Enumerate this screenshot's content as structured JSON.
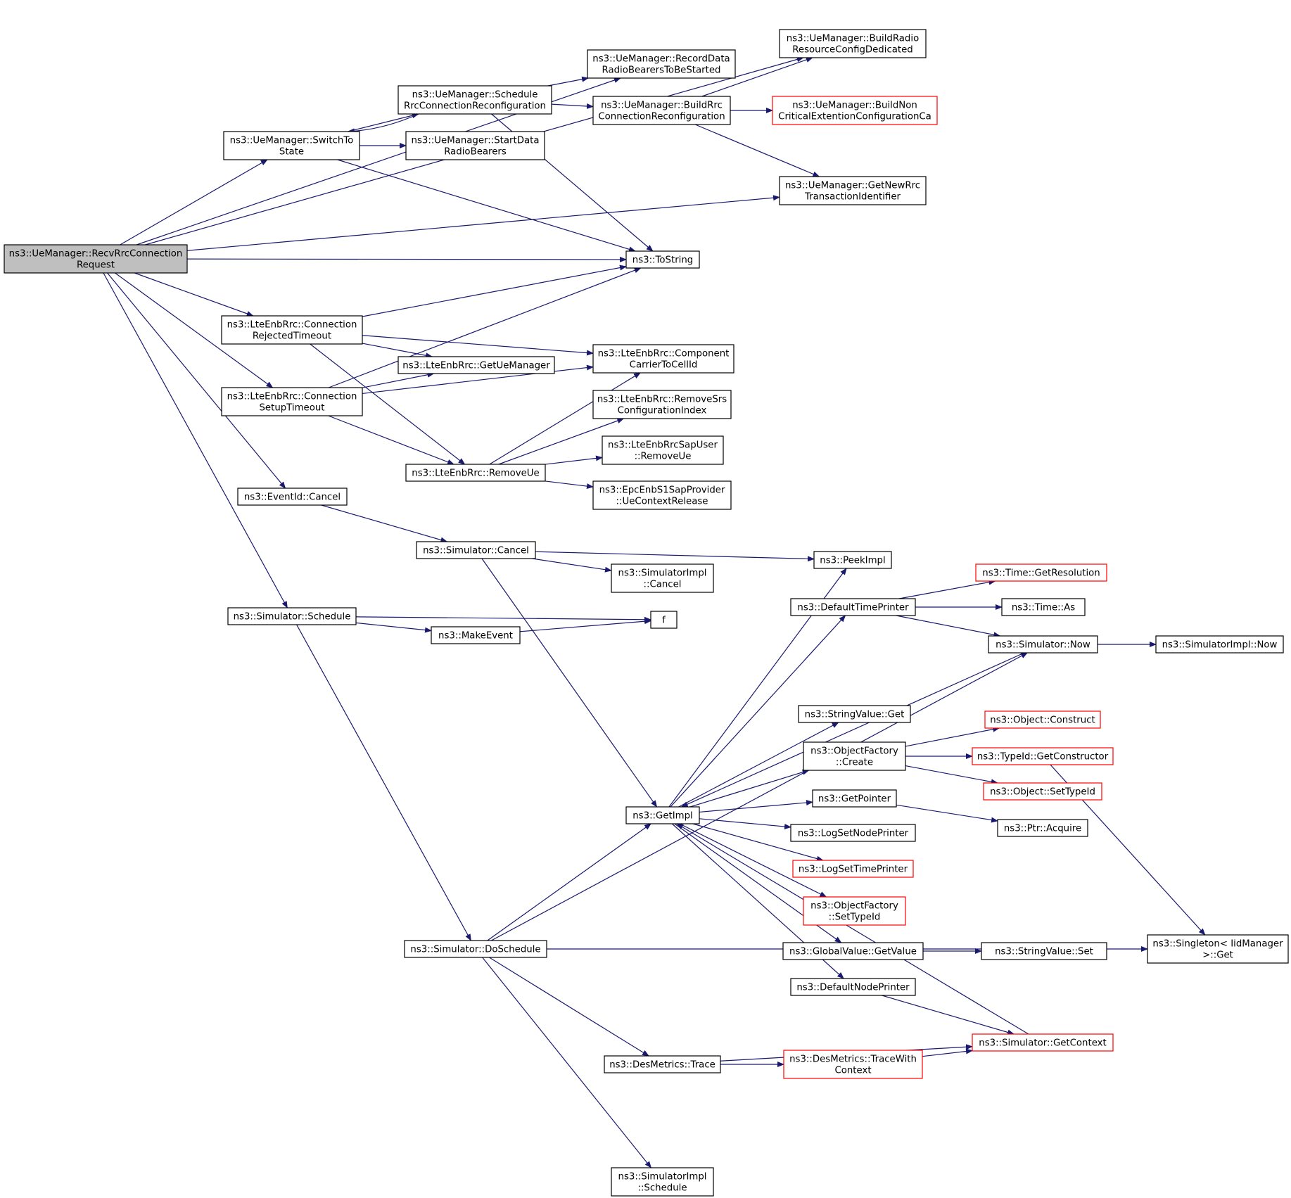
{
  "diagram": {
    "type": "call-graph",
    "colors": {
      "edge": "#191970",
      "node_border": "#000000",
      "external_border": "#ff0000",
      "root_fill": "#bfbfbf"
    },
    "nodes": [
      {
        "id": "root",
        "lines": [
          "ns3::UeManager::RecvRrcConnection",
          "Request"
        ],
        "style": "root"
      },
      {
        "id": "buildRadio",
        "lines": [
          "ns3::UeManager::BuildRadio",
          "ResourceConfigDedicated"
        ]
      },
      {
        "id": "recordData",
        "lines": [
          "ns3::UeManager::RecordData",
          "RadioBearersToBeStarted"
        ]
      },
      {
        "id": "scheduleRrc",
        "lines": [
          "ns3::UeManager::Schedule",
          "RrcConnectionReconfiguration"
        ]
      },
      {
        "id": "buildRrc",
        "lines": [
          "ns3::UeManager::BuildRrc",
          "ConnectionReconfiguration"
        ]
      },
      {
        "id": "buildNon",
        "lines": [
          "ns3::UeManager::BuildNon",
          "CriticalExtentionConfigurationCa"
        ],
        "style": "red"
      },
      {
        "id": "switchTo",
        "lines": [
          "ns3::UeManager::SwitchTo",
          "State"
        ]
      },
      {
        "id": "startData",
        "lines": [
          "ns3::UeManager::StartData",
          "RadioBearers"
        ]
      },
      {
        "id": "getNewRrc",
        "lines": [
          "ns3::UeManager::GetNewRrc",
          "TransactionIdentifier"
        ]
      },
      {
        "id": "toString",
        "lines": [
          "ns3::ToString"
        ]
      },
      {
        "id": "connRejected",
        "lines": [
          "ns3::LteEnbRrc::Connection",
          "RejectedTimeout"
        ]
      },
      {
        "id": "componentCarrier",
        "lines": [
          "ns3::LteEnbRrc::Component",
          "CarrierToCellId"
        ]
      },
      {
        "id": "getUeManager",
        "lines": [
          "ns3::LteEnbRrc::GetUeManager"
        ]
      },
      {
        "id": "connSetup",
        "lines": [
          "ns3::LteEnbRrc::Connection",
          "SetupTimeout"
        ]
      },
      {
        "id": "removeSrs",
        "lines": [
          "ns3::LteEnbRrc::RemoveSrs",
          "ConfigurationIndex"
        ]
      },
      {
        "id": "sapRemoveUe",
        "lines": [
          "ns3::LteEnbRrcSapUser",
          "::RemoveUe"
        ]
      },
      {
        "id": "removeUe",
        "lines": [
          "ns3::LteEnbRrc::RemoveUe"
        ]
      },
      {
        "id": "epcRelease",
        "lines": [
          "ns3::EpcEnbS1SapProvider",
          "::UeContextRelease"
        ]
      },
      {
        "id": "eventCancel",
        "lines": [
          "ns3::EventId::Cancel"
        ]
      },
      {
        "id": "simCancel",
        "lines": [
          "ns3::Simulator::Cancel"
        ]
      },
      {
        "id": "peekImpl",
        "lines": [
          "ns3::PeekImpl"
        ]
      },
      {
        "id": "simImplCancel",
        "lines": [
          "ns3::SimulatorImpl",
          "::Cancel"
        ]
      },
      {
        "id": "timeGetRes",
        "lines": [
          "ns3::Time::GetResolution"
        ],
        "style": "red"
      },
      {
        "id": "defaultTimePrinter",
        "lines": [
          "ns3::DefaultTimePrinter"
        ]
      },
      {
        "id": "timeAs",
        "lines": [
          "ns3::Time::As"
        ]
      },
      {
        "id": "simSchedule",
        "lines": [
          "ns3::Simulator::Schedule"
        ]
      },
      {
        "id": "f",
        "lines": [
          "f"
        ]
      },
      {
        "id": "makeEvent",
        "lines": [
          "ns3::MakeEvent"
        ]
      },
      {
        "id": "simNow",
        "lines": [
          "ns3::Simulator::Now"
        ]
      },
      {
        "id": "simImplNow",
        "lines": [
          "ns3::SimulatorImpl::Now"
        ]
      },
      {
        "id": "stringValueGet",
        "lines": [
          "ns3::StringValue::Get"
        ]
      },
      {
        "id": "objectConstruct",
        "lines": [
          "ns3::Object::Construct"
        ],
        "style": "red"
      },
      {
        "id": "objFactoryCreate",
        "lines": [
          "ns3::ObjectFactory",
          "::Create"
        ]
      },
      {
        "id": "typeIdGetCtor",
        "lines": [
          "ns3::TypeId::GetConstructor"
        ],
        "style": "red"
      },
      {
        "id": "objectSetTypeId",
        "lines": [
          "ns3::Object::SetTypeId"
        ],
        "style": "red"
      },
      {
        "id": "getImpl",
        "lines": [
          "ns3::GetImpl"
        ]
      },
      {
        "id": "getPointer",
        "lines": [
          "ns3::GetPointer"
        ]
      },
      {
        "id": "ptrAcquire",
        "lines": [
          "ns3::Ptr::Acquire"
        ]
      },
      {
        "id": "logSetNode",
        "lines": [
          "ns3::LogSetNodePrinter"
        ]
      },
      {
        "id": "logSetTime",
        "lines": [
          "ns3::LogSetTimePrinter"
        ],
        "style": "red"
      },
      {
        "id": "objFactorySetTypeId",
        "lines": [
          "ns3::ObjectFactory",
          "::SetTypeId"
        ],
        "style": "red"
      },
      {
        "id": "singletonGet",
        "lines": [
          "ns3::Singleton< IidManager",
          ">::Get"
        ]
      },
      {
        "id": "simDoSchedule",
        "lines": [
          "ns3::Simulator::DoSchedule"
        ]
      },
      {
        "id": "globalGetValue",
        "lines": [
          "ns3::GlobalValue::GetValue"
        ]
      },
      {
        "id": "stringValueSet",
        "lines": [
          "ns3::StringValue::Set"
        ]
      },
      {
        "id": "defaultNodePrinter",
        "lines": [
          "ns3::DefaultNodePrinter"
        ]
      },
      {
        "id": "simGetContext",
        "lines": [
          "ns3::Simulator::GetContext"
        ],
        "style": "red"
      },
      {
        "id": "desTrace",
        "lines": [
          "ns3::DesMetrics::Trace"
        ]
      },
      {
        "id": "desTraceWith",
        "lines": [
          "ns3::DesMetrics::TraceWith",
          "Context"
        ],
        "style": "red"
      },
      {
        "id": "simImplSchedule",
        "lines": [
          "ns3::SimulatorImpl",
          "::Schedule"
        ]
      }
    ],
    "edges": [
      [
        "root",
        "buildRadio"
      ],
      [
        "root",
        "recordData"
      ],
      [
        "root",
        "switchTo"
      ],
      [
        "root",
        "getNewRrc"
      ],
      [
        "root",
        "toString"
      ],
      [
        "root",
        "connRejected"
      ],
      [
        "root",
        "connSetup"
      ],
      [
        "root",
        "eventCancel"
      ],
      [
        "root",
        "simSchedule"
      ],
      [
        "switchTo",
        "scheduleRrc"
      ],
      [
        "switchTo",
        "startData"
      ],
      [
        "switchTo",
        "toString"
      ],
      [
        "scheduleRrc",
        "switchTo"
      ],
      [
        "scheduleRrc",
        "recordData"
      ],
      [
        "scheduleRrc",
        "buildRrc"
      ],
      [
        "scheduleRrc",
        "toString"
      ],
      [
        "buildRrc",
        "buildRadio"
      ],
      [
        "buildRrc",
        "buildNon"
      ],
      [
        "buildRrc",
        "getNewRrc"
      ],
      [
        "connRejected",
        "toString"
      ],
      [
        "connRejected",
        "componentCarrier"
      ],
      [
        "connRejected",
        "getUeManager"
      ],
      [
        "connRejected",
        "removeUe"
      ],
      [
        "connSetup",
        "getUeManager"
      ],
      [
        "connSetup",
        "toString"
      ],
      [
        "connSetup",
        "componentCarrier"
      ],
      [
        "connSetup",
        "removeUe"
      ],
      [
        "removeUe",
        "componentCarrier"
      ],
      [
        "removeUe",
        "removeSrs"
      ],
      [
        "removeUe",
        "sapRemoveUe"
      ],
      [
        "removeUe",
        "epcRelease"
      ],
      [
        "eventCancel",
        "simCancel"
      ],
      [
        "simCancel",
        "peekImpl"
      ],
      [
        "simCancel",
        "simImplCancel"
      ],
      [
        "simCancel",
        "getImpl"
      ],
      [
        "simSchedule",
        "f"
      ],
      [
        "simSchedule",
        "makeEvent"
      ],
      [
        "simSchedule",
        "simDoSchedule"
      ],
      [
        "makeEvent",
        "f"
      ],
      [
        "defaultTimePrinter",
        "timeGetRes"
      ],
      [
        "defaultTimePrinter",
        "timeAs"
      ],
      [
        "defaultTimePrinter",
        "simNow"
      ],
      [
        "simNow",
        "simImplNow"
      ],
      [
        "simNow",
        "getImpl"
      ],
      [
        "getImpl",
        "peekImpl"
      ],
      [
        "getImpl",
        "defaultTimePrinter"
      ],
      [
        "getImpl",
        "stringValueGet"
      ],
      [
        "getImpl",
        "objFactoryCreate"
      ],
      [
        "getImpl",
        "getPointer"
      ],
      [
        "getImpl",
        "logSetNode"
      ],
      [
        "getImpl",
        "logSetTime"
      ],
      [
        "getImpl",
        "objFactorySetTypeId"
      ],
      [
        "getImpl",
        "globalGetValue"
      ],
      [
        "getImpl",
        "defaultNodePrinter"
      ],
      [
        "objFactoryCreate",
        "objectConstruct"
      ],
      [
        "objFactoryCreate",
        "typeIdGetCtor"
      ],
      [
        "objFactoryCreate",
        "objectSetTypeId"
      ],
      [
        "typeIdGetCtor",
        "singletonGet"
      ],
      [
        "getPointer",
        "ptrAcquire"
      ],
      [
        "globalGetValue",
        "stringValueSet"
      ],
      [
        "defaultNodePrinter",
        "simGetContext"
      ],
      [
        "simGetContext",
        "getImpl"
      ],
      [
        "simDoSchedule",
        "simNow"
      ],
      [
        "simDoSchedule",
        "getImpl"
      ],
      [
        "simDoSchedule",
        "desTrace"
      ],
      [
        "simDoSchedule",
        "singletonGet"
      ],
      [
        "simDoSchedule",
        "simImplSchedule"
      ],
      [
        "desTrace",
        "desTraceWith"
      ],
      [
        "desTrace",
        "simGetContext"
      ],
      [
        "desTraceWith",
        "simGetContext"
      ]
    ]
  }
}
